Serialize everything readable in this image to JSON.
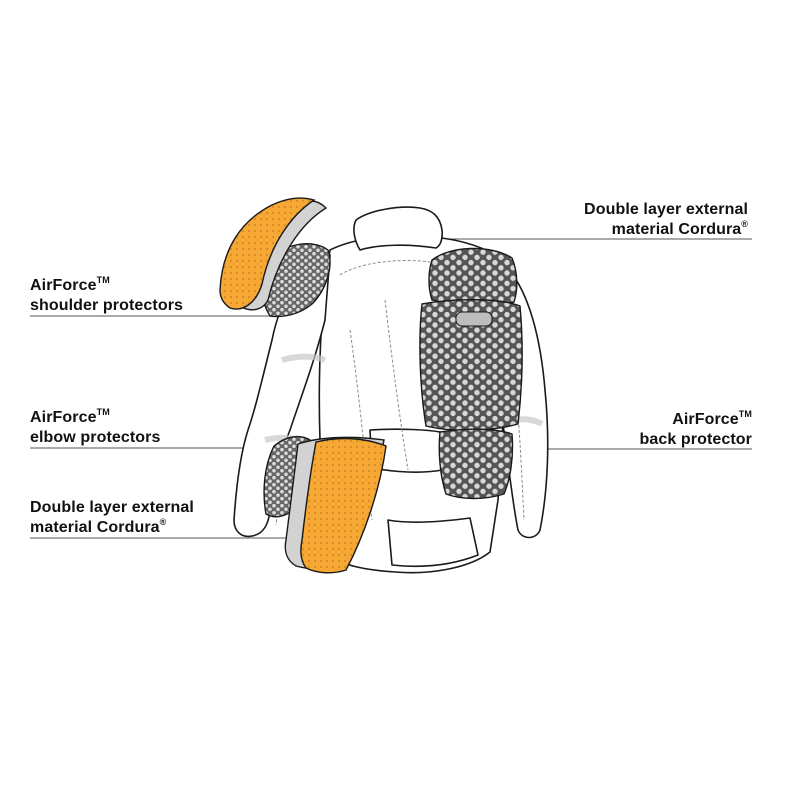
{
  "colors": {
    "protector_orange": "#F5A833",
    "protector_dot": "#C9771E",
    "cordura_grey": "#D2D2D2",
    "back_protector": "#9A9A9A",
    "outline": "#1a1a1a",
    "leader_line": "#555555"
  },
  "callouts": {
    "cordura_top": {
      "line1": "Double layer external",
      "line2": "material Cordura",
      "mark": "®"
    },
    "shoulder": {
      "line1": "AirForce",
      "mark": "TM",
      "line2": "shoulder protectors"
    },
    "back": {
      "line1": "AirForce",
      "mark": "TM",
      "line2": "back protector"
    },
    "elbow": {
      "line1": "AirForce",
      "mark": "TM",
      "line2": "elbow protectors"
    },
    "cordura_bottom": {
      "line1": "Double layer external",
      "line2": "material Cordura",
      "mark": "®"
    }
  }
}
